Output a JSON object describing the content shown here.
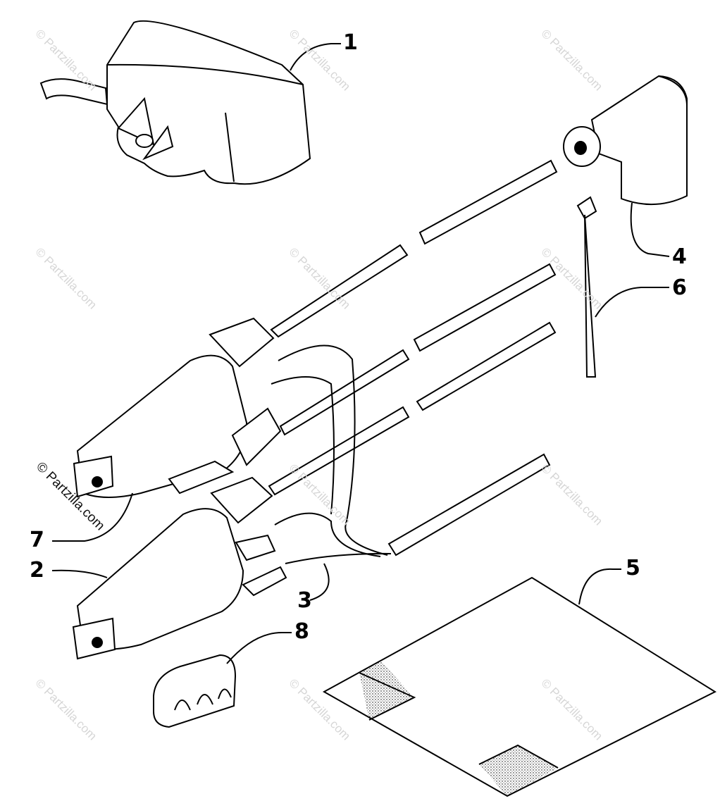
{
  "diagram": {
    "callouts": {
      "c1": "1",
      "c2": "2",
      "c3": "3",
      "c4": "4",
      "c5": "5",
      "c6": "6",
      "c7": "7",
      "c8": "8"
    },
    "watermark": "© Partzilla.com",
    "colors": {
      "ink": "#000000",
      "watermark": "#d6d6d6",
      "background": "#ffffff"
    }
  }
}
